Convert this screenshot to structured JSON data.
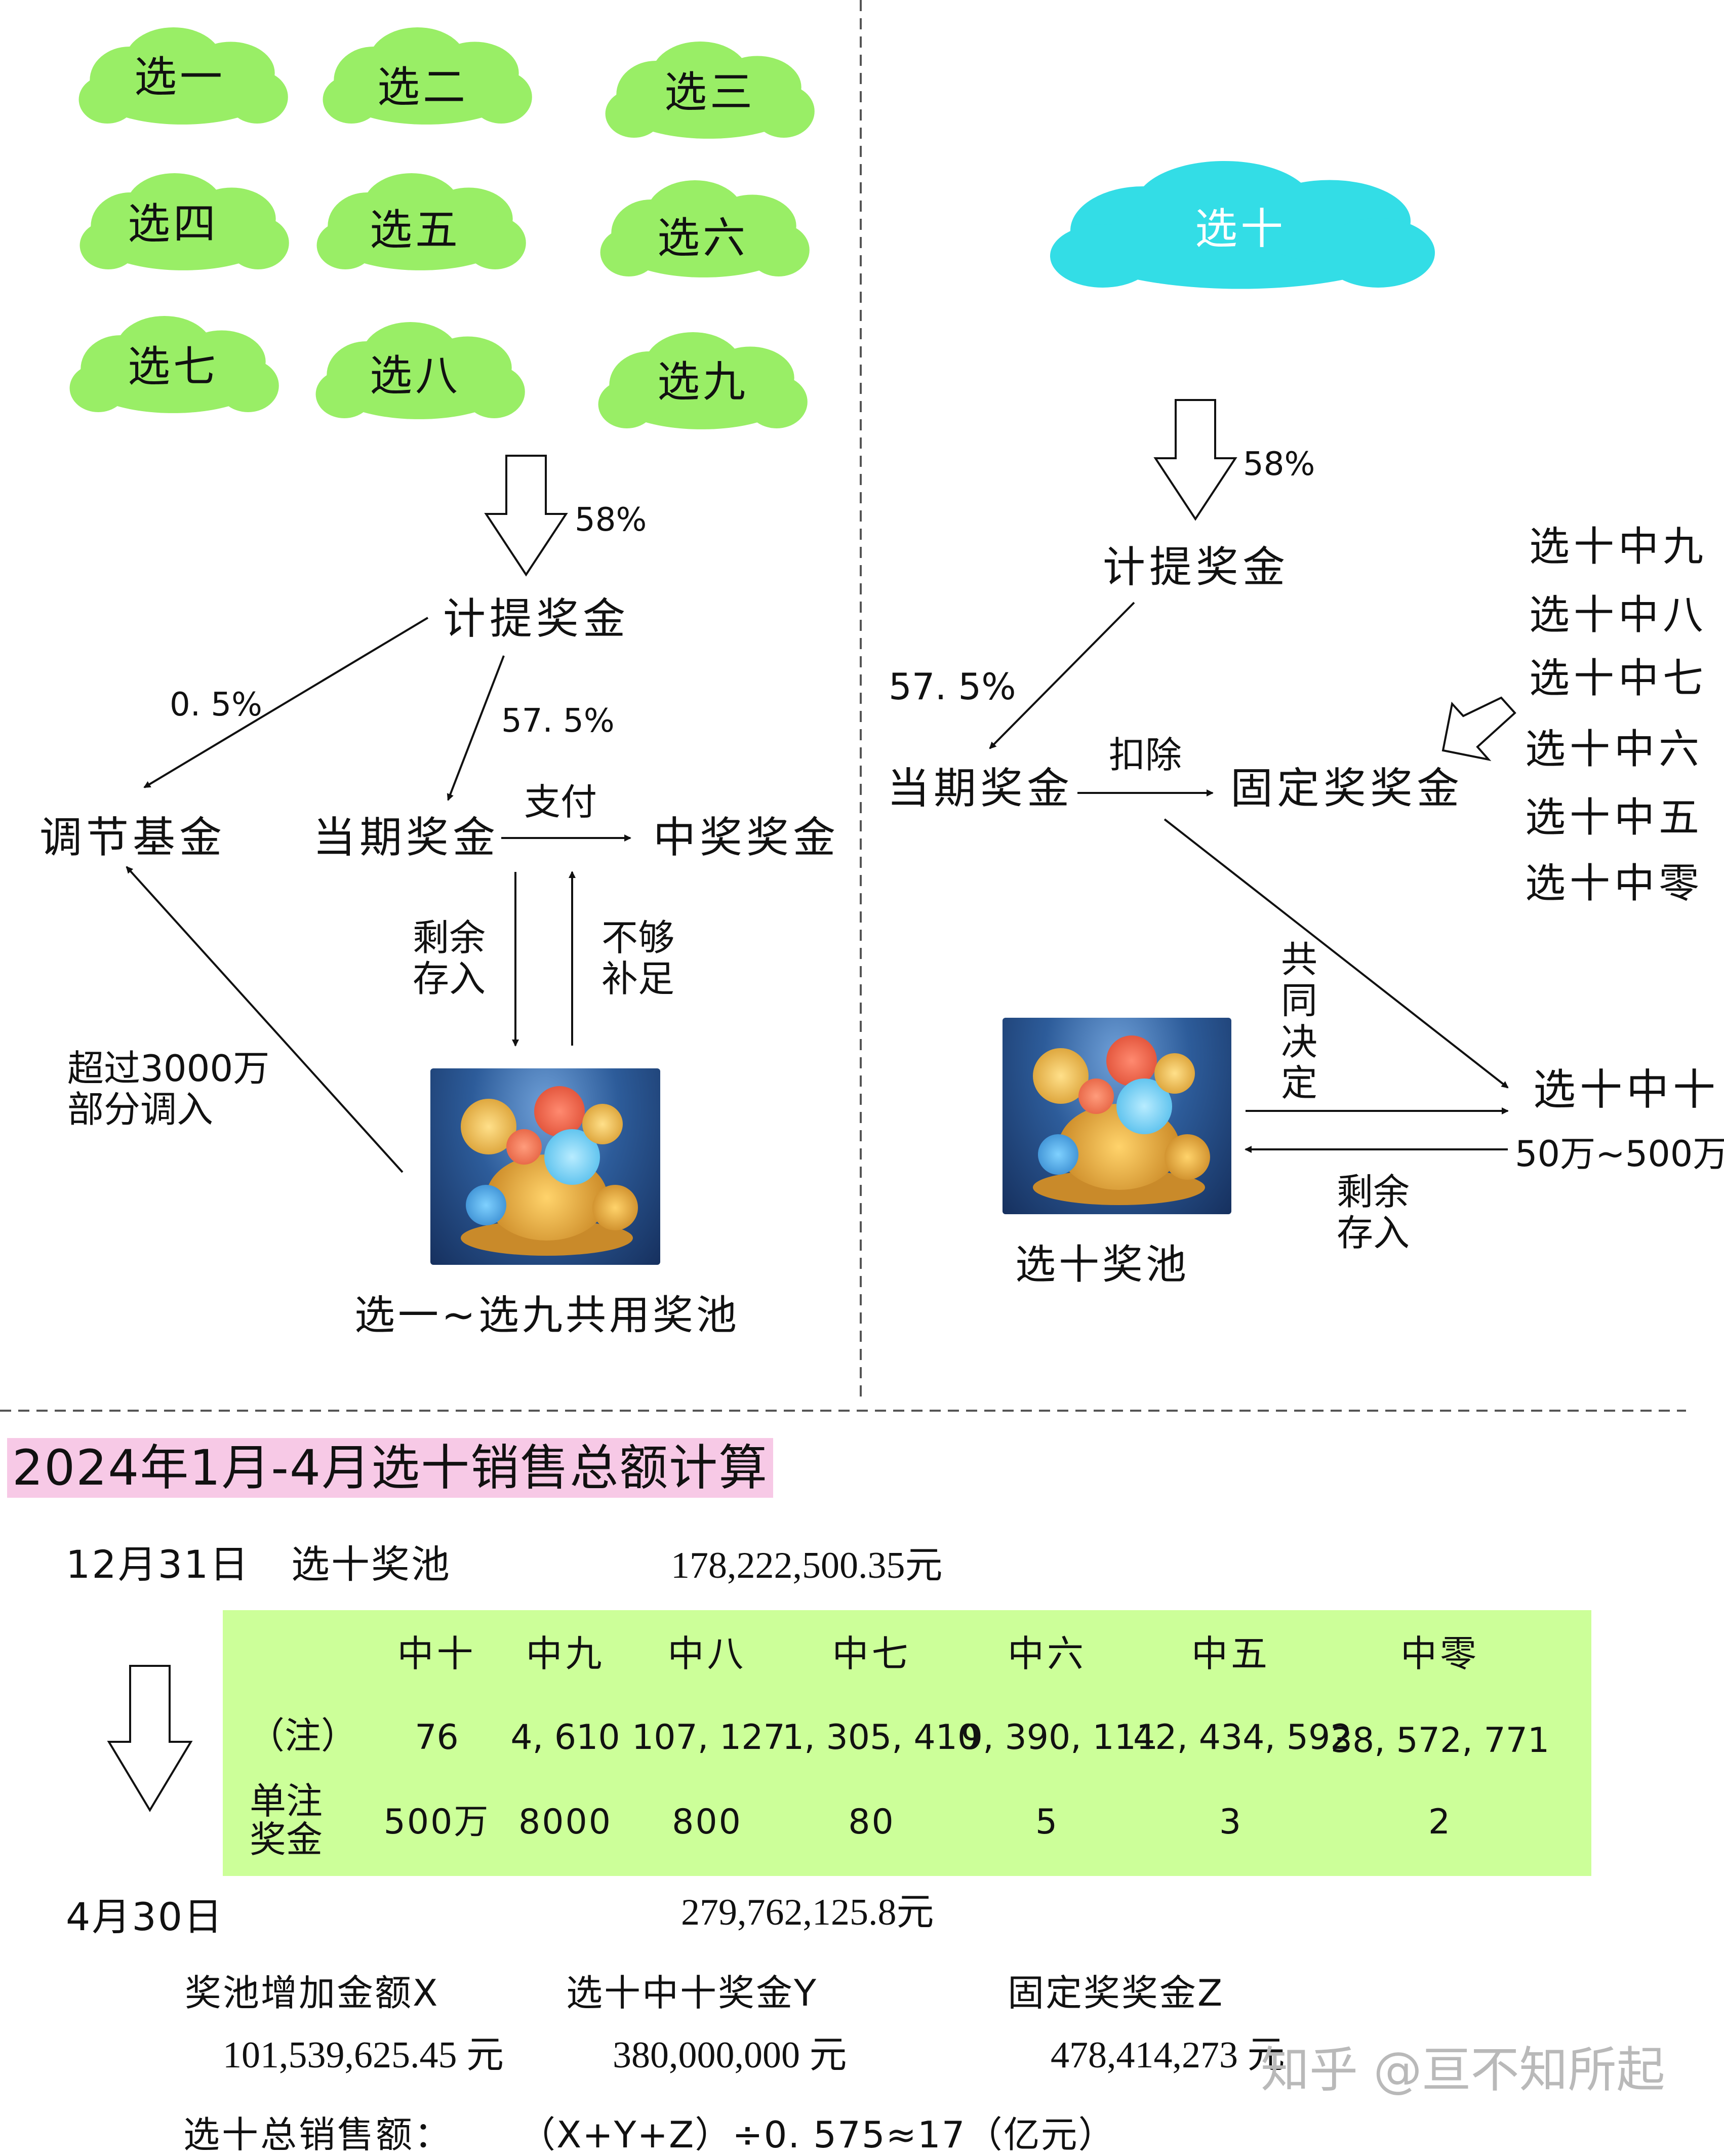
{
  "left_diagram": {
    "games": [
      "选一",
      "选二",
      "选三",
      "选四",
      "选五",
      "选六",
      "选七",
      "选八",
      "选九"
    ],
    "top_arrow_pct": "58%",
    "provision": "计提奖金",
    "to_fund_pct": "0. 5%",
    "to_current_pct": "57. 5%",
    "adjust_fund": "调节基金",
    "current_prize": "当期奖金",
    "pay_label": "支付",
    "winning_prize": "中奖奖金",
    "surplus_label": "剩余\n存入",
    "insufficient_label": "不够\n补足",
    "over_label": "超过3000万\n部分调入",
    "pool_caption": "选一~选九共用奖池"
  },
  "right_diagram": {
    "game": "选十",
    "top_arrow_pct": "58%",
    "provision": "计提奖金",
    "to_current_pct": "57. 5%",
    "current_prize": "当期奖金",
    "deduct_label": "扣除",
    "fixed_prize": "固定奖奖金",
    "fixed_tiers": [
      "选十中九",
      "选十中八",
      "选十中七",
      "选十中六",
      "选十中五",
      "选十中零"
    ],
    "joint_label": "共\n同\n决\n定",
    "top_tier": "选十中十",
    "top_tier_range": "50万~500万",
    "surplus_label": "剩余\n存入",
    "pool_caption": "选十奖池"
  },
  "calc": {
    "title": "2024年1月-4月选十销售总额计算",
    "start_date": "12月31日",
    "pool_label": "选十奖池",
    "start_amount": "178,222,500.35元",
    "table": {
      "headers": [
        "中十",
        "中九",
        "中八",
        "中七",
        "中六",
        "中五",
        "中零"
      ],
      "row_labels": [
        "（注）",
        "单注\n奖金"
      ],
      "bets": [
        "76",
        "4, 610",
        "107, 127",
        "1, 305, 410",
        "9, 390, 111",
        "42, 434, 592",
        "38, 572, 771"
      ],
      "prizes": [
        "500万",
        "8000",
        "800",
        "80",
        "5",
        "3",
        "2"
      ]
    },
    "end_date": "4月30日",
    "end_amount": "279,762,125.8元",
    "x_label": "奖池增加金额X",
    "y_label": "选十中十奖金Y",
    "z_label": "固定奖奖金Z",
    "x_value": "101,539,625.45 元",
    "y_value": "380,000,000 元",
    "z_value": "478,414,273 元",
    "total_label": "选十总销售额：",
    "total_formula": "（X+Y+Z）÷0. 575≈17（亿元）"
  },
  "watermark": "知乎 @亘不知所起",
  "colors": {
    "cloud_green": "#99ee66",
    "cloud_cyan": "#33dde6",
    "table_green": "#ccff99",
    "title_pink": "#f7c9e6"
  }
}
